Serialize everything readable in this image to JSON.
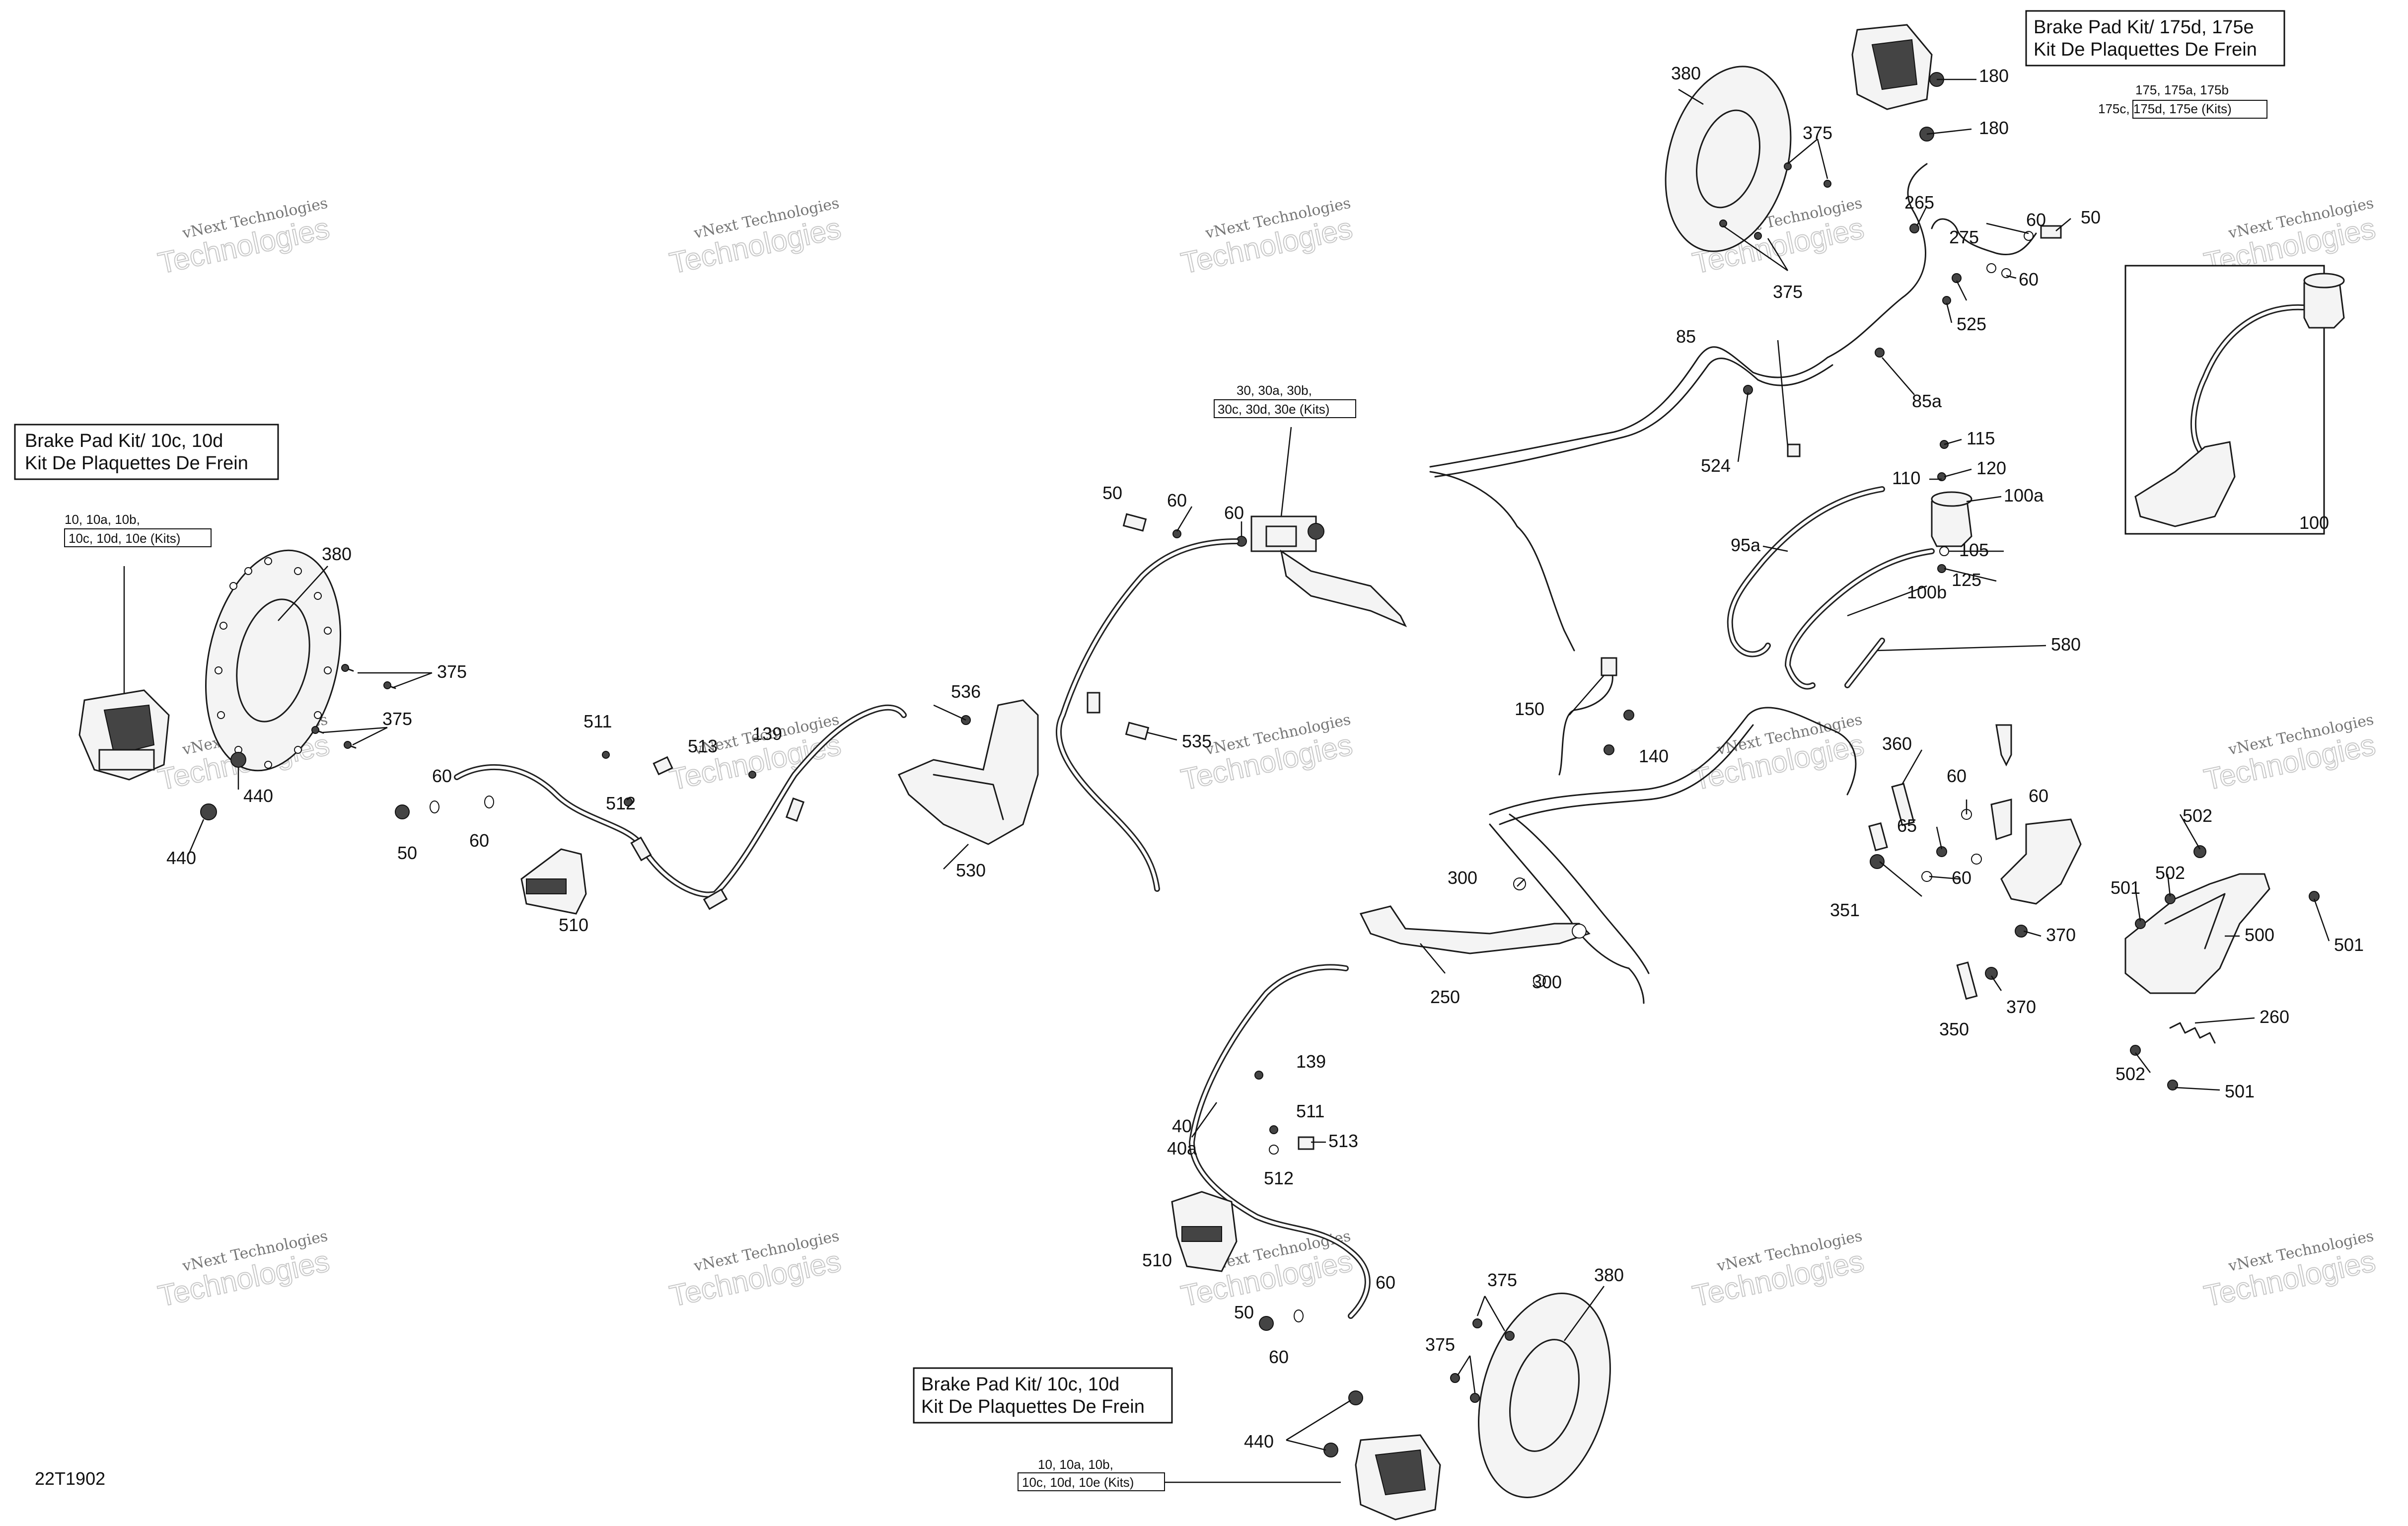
{
  "diagram_code": "22T1902",
  "watermark": {
    "line1": "vNext Technologies",
    "line2": "Technologies"
  },
  "kit_boxes": {
    "left": [
      "Brake Pad Kit/ 10c, 10d",
      "Kit De Plaquettes De Frein"
    ],
    "bottom": [
      "Brake Pad Kit/ 10c, 10d",
      "Kit De Plaquettes De Frein"
    ],
    "top_right": [
      "Brake Pad Kit/ 175d, 175e",
      "Kit De Plaquettes De Frein"
    ]
  },
  "multi_refs": {
    "caliper_left": [
      "10, 10a, 10b,",
      "10c, 10d, 10e (Kits)"
    ],
    "caliper_bottom": [
      "10, 10a, 10b,",
      "10c, 10d, 10e (Kits)"
    ],
    "master_cyl": [
      "30, 30a, 30b,",
      "30c, 30d, 30e (Kits)"
    ],
    "caliper_rear": [
      "175, 175a, 175b",
      "175c, 175d, 175e (Kits)"
    ]
  },
  "callouts": [
    "380",
    "375",
    "375",
    "440",
    "440",
    "60",
    "50",
    "60",
    "511",
    "513",
    "139",
    "512",
    "510",
    "536",
    "530",
    "535",
    "50",
    "60",
    "60",
    "150",
    "140",
    "300",
    "250",
    "300",
    "40",
    "40a",
    "139",
    "511",
    "513",
    "512",
    "510",
    "60",
    "50",
    "60",
    "375",
    "375",
    "380",
    "440",
    "380",
    "375",
    "375",
    "180",
    "180",
    "265",
    "60",
    "50",
    "275",
    "60",
    "525",
    "85",
    "85a",
    "524",
    "115",
    "120",
    "110",
    "100a",
    "95a",
    "105",
    "125",
    "100b",
    "580",
    "100",
    "360",
    "60",
    "65",
    "60",
    "60",
    "351",
    "370",
    "350",
    "370",
    "502",
    "502",
    "501",
    "500",
    "501",
    "260",
    "502",
    "501"
  ]
}
